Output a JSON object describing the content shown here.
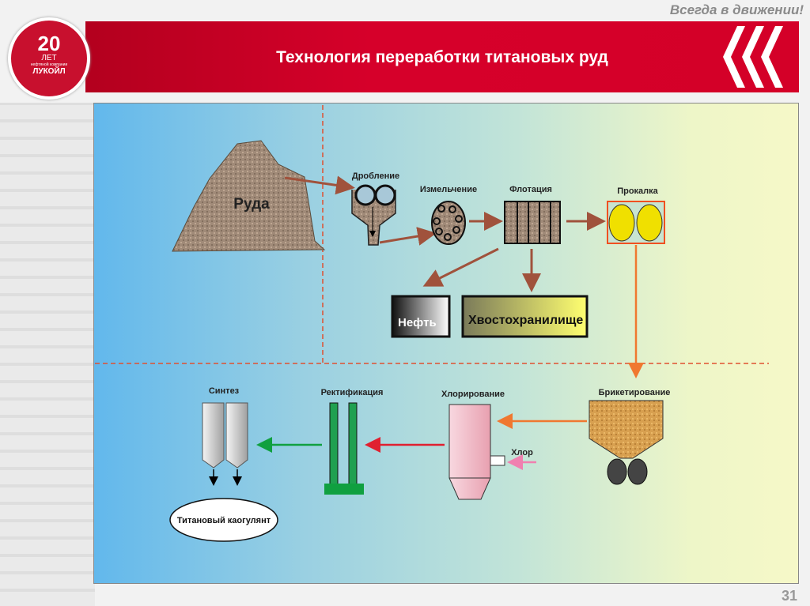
{
  "header": {
    "tagline": "Всегда в движении!",
    "title": "Технология переработки титановых руд"
  },
  "logo": {
    "number": "20",
    "years": "ЛЕТ",
    "subtitle": "нефтяной компании",
    "company": "ЛУКОЙЛ"
  },
  "diagram": {
    "ore": "Руда",
    "crushing": "Дробление",
    "grinding": "Измельчение",
    "flotation": "Флотация",
    "calcination": "Прокалка",
    "oil": "Нефть",
    "tailings": "Хвостохранилище",
    "briquetting": "Брикетирование",
    "chlorination": "Хлорирование",
    "chlorine": "Хлор",
    "rectification": "Ректификация",
    "synthesis": "Синтез",
    "product": "Титановый каогулянт"
  },
  "colors": {
    "brand_red": "#d40028",
    "arrow_brown": "#a0523c",
    "arrow_orange": "#f07830",
    "arrow_red": "#e02030",
    "arrow_green": "#10a040",
    "yellow": "#f0e000"
  },
  "page_number": "31"
}
